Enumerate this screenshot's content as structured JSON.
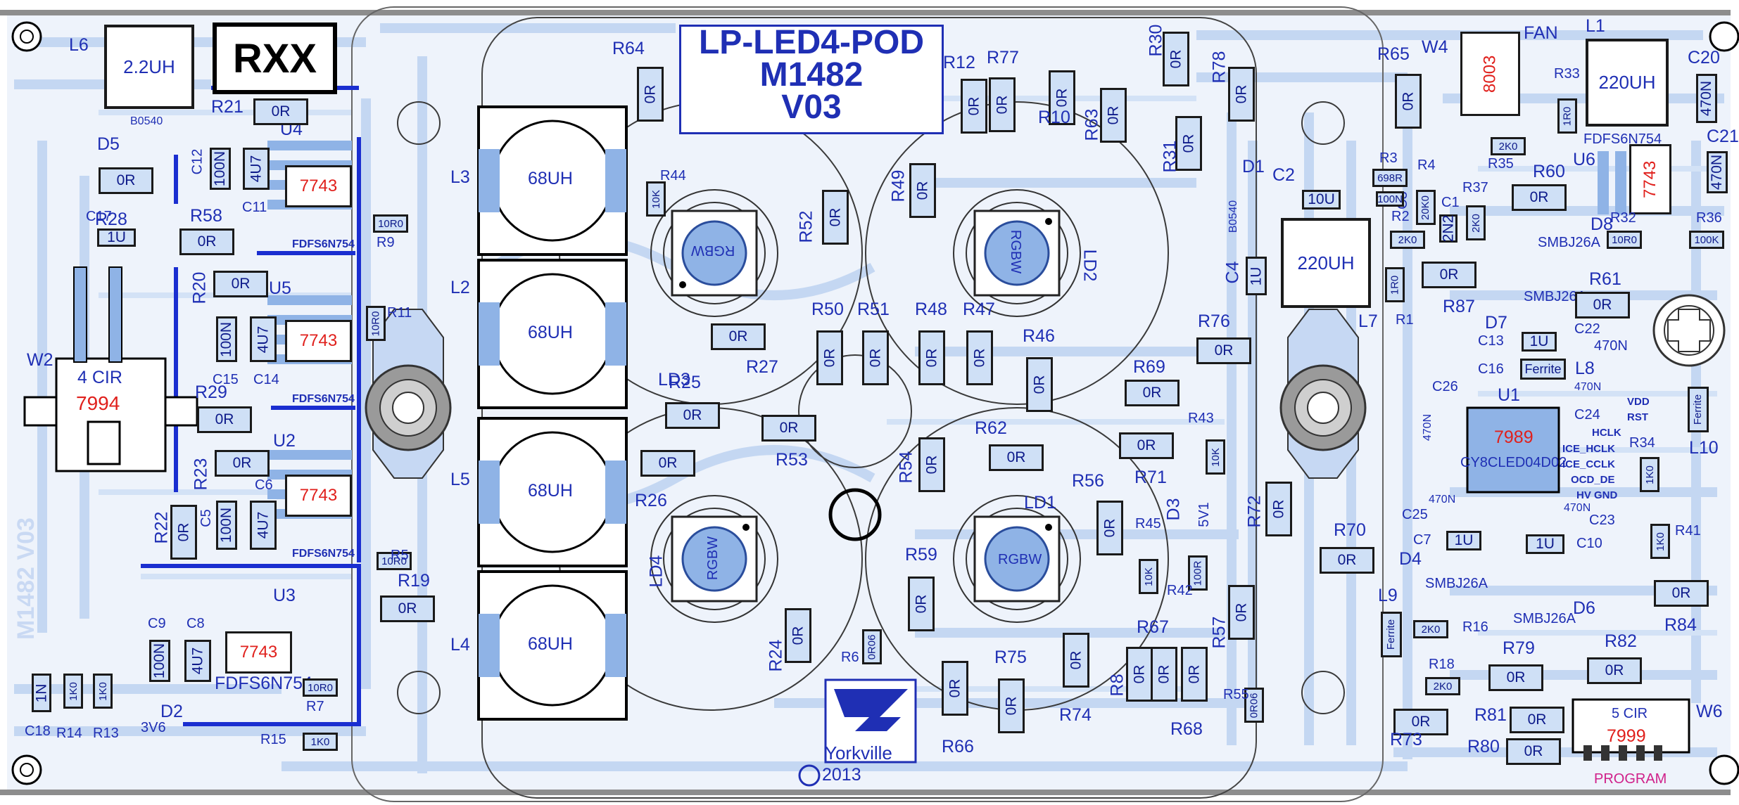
{
  "board": {
    "title_lines": [
      "LP-LED4-POD",
      "M1482",
      "V03"
    ],
    "rxx": "RXX",
    "side_text": "M1482 V03",
    "maker": "Yorkville",
    "copyright": "2013",
    "program": "PROGRAM"
  },
  "inductors": [
    {
      "ref": "L3",
      "value": "68UH"
    },
    {
      "ref": "L2",
      "value": "68UH"
    },
    {
      "ref": "L5",
      "value": "68UH"
    },
    {
      "ref": "L4",
      "value": "68UH"
    },
    {
      "ref": "L6",
      "value": "2.2UH"
    },
    {
      "ref": "L1",
      "value": "220UH"
    },
    {
      "ref": "L7",
      "value": "220UH"
    }
  ],
  "leds": [
    {
      "ref": "LD3",
      "label": "RGBW"
    },
    {
      "ref": "LD2",
      "label": "RGBW"
    },
    {
      "ref": "LD4",
      "label": "RGBW"
    },
    {
      "ref": "LD1",
      "label": "RGBW"
    }
  ],
  "ics": [
    {
      "ref": "U4",
      "value": "7743",
      "part": "FDFS6N754"
    },
    {
      "ref": "U5",
      "value": "7743",
      "part": "FDFS6N754"
    },
    {
      "ref": "U2",
      "value": "7743",
      "part": "FDFS6N754"
    },
    {
      "ref": "U3",
      "value": "7743",
      "part": "FDFS6N754"
    },
    {
      "ref": "U6",
      "value": "7743",
      "part": "FDFS6N754"
    },
    {
      "ref": "U1",
      "value": "7989",
      "part": "CY8CLED04D02"
    }
  ],
  "connectors": [
    {
      "ref": "W2",
      "label": "4 CIR",
      "value": "7994"
    },
    {
      "ref": "W6",
      "label": "5 CIR",
      "value": "7999"
    },
    {
      "ref": "W4",
      "label": "FAN",
      "value": "8003"
    }
  ],
  "program_pins": [
    "VDD",
    "RST",
    "HCLK",
    "ICE_HCLK",
    "ICE_CCLK",
    "OCD_DE",
    "HV GND"
  ],
  "diodes": [
    {
      "ref": "D5",
      "value": "B0540"
    },
    {
      "ref": "D1",
      "value": "B0540"
    },
    {
      "ref": "D2",
      "value": "3V6"
    },
    {
      "ref": "D3",
      "value": "5V1"
    },
    {
      "ref": "D8",
      "value": "SMBJ26A"
    },
    {
      "ref": "D7",
      "value": "SMBJ26A"
    },
    {
      "ref": "D4",
      "value": "SMBJ26A"
    },
    {
      "ref": "D6",
      "value": "SMBJ26A"
    }
  ],
  "caps": [
    {
      "ref": "C12",
      "value": "100N"
    },
    {
      "ref": "C11",
      "value": "4U7"
    },
    {
      "ref": "C17",
      "value": "1U"
    },
    {
      "ref": "C15",
      "value": "100N"
    },
    {
      "ref": "C14",
      "value": "4U7"
    },
    {
      "ref": "C5",
      "value": "100N"
    },
    {
      "ref": "C6",
      "value": "4U7"
    },
    {
      "ref": "C9",
      "value": "100N"
    },
    {
      "ref": "C8",
      "value": "4U7"
    },
    {
      "ref": "C18",
      "value": "1N"
    },
    {
      "ref": "C2",
      "value": "10U"
    },
    {
      "ref": "C4",
      "value": "1U"
    },
    {
      "ref": "C3",
      "value": "100N"
    },
    {
      "ref": "C1",
      "value": "2N2"
    },
    {
      "ref": "C13",
      "value": "1U"
    },
    {
      "ref": "C16",
      "value": "1U"
    },
    {
      "ref": "C22",
      "value": "470N"
    },
    {
      "ref": "C26",
      "value": "470N"
    },
    {
      "ref": "C24",
      "value": "470N"
    },
    {
      "ref": "C25",
      "value": "470N"
    },
    {
      "ref": "C23",
      "value": "470N"
    },
    {
      "ref": "C7",
      "value": "1U"
    },
    {
      "ref": "C10",
      "value": "1U"
    },
    {
      "ref": "C20",
      "value": "470N"
    },
    {
      "ref": "C21",
      "value": "470N"
    }
  ],
  "ferrites": [
    {
      "ref": "L8",
      "value": "Ferrite"
    },
    {
      "ref": "L10",
      "value": "Ferrite"
    },
    {
      "ref": "L9",
      "value": "Ferrite"
    }
  ],
  "resistors_0r": [
    "R64",
    "R28",
    "R58",
    "R20",
    "R29",
    "R23",
    "R22",
    "R19",
    "R27",
    "R25",
    "R26",
    "R53",
    "R52",
    "R49",
    "R50",
    "R51",
    "R48",
    "R47",
    "R46",
    "R12",
    "R77",
    "R10",
    "R63",
    "R30",
    "R31",
    "R78",
    "R76",
    "R69",
    "R62",
    "R71",
    "R54",
    "R56",
    "R59",
    "R24",
    "R66",
    "R75",
    "R74",
    "R8",
    "R67",
    "R68",
    "R57",
    "R72",
    "R70",
    "R84",
    "R87",
    "R60",
    "R61",
    "R65",
    "R79",
    "R82",
    "R81",
    "R80",
    "R73",
    "R21"
  ],
  "resistors_val": [
    {
      "ref": "R9",
      "value": "10R0"
    },
    {
      "ref": "R11",
      "value": "10R0"
    },
    {
      "ref": "R5",
      "value": "10R0"
    },
    {
      "ref": "R7",
      "value": "10R0"
    },
    {
      "ref": "R14",
      "value": "1K0"
    },
    {
      "ref": "R13",
      "value": "1K0"
    },
    {
      "ref": "R15",
      "value": "1K0"
    },
    {
      "ref": "R44",
      "value": "10K"
    },
    {
      "ref": "R6",
      "value": "0R06"
    },
    {
      "ref": "R43",
      "value": "10K"
    },
    {
      "ref": "R45",
      "value": "10K"
    },
    {
      "ref": "R42",
      "value": "100R"
    },
    {
      "ref": "R3",
      "value": "698R"
    },
    {
      "ref": "R4",
      "value": "20K0"
    },
    {
      "ref": "R2",
      "value": "2K0"
    },
    {
      "ref": "R37",
      "value": "2K0"
    },
    {
      "ref": "R1",
      "value": "1R0"
    },
    {
      "ref": "R33",
      "value": "1R0"
    },
    {
      "ref": "R35",
      "value": "2K0"
    },
    {
      "ref": "R32",
      "value": "10R0"
    },
    {
      "ref": "R36",
      "value": "100K"
    },
    {
      "ref": "R34",
      "value": "1K0"
    },
    {
      "ref": "R41",
      "value": "1K0"
    },
    {
      "ref": "R16",
      "value": "2K0"
    },
    {
      "ref": "R18",
      "value": "2K0"
    },
    {
      "ref": "R55",
      "value": "0R06"
    }
  ]
}
